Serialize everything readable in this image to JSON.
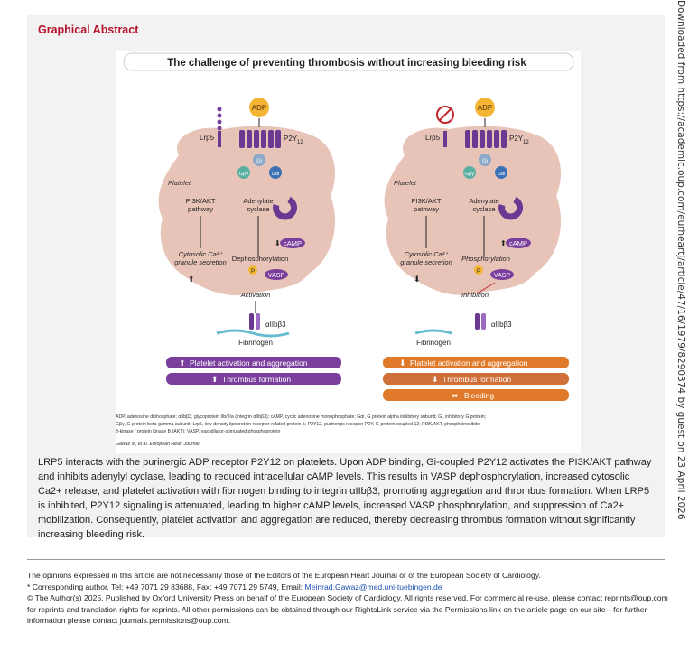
{
  "side_note": "Downloaded from https://academic.oup.com/eurheartj/article/47/16/1979/8290374 by guest on 23 April 2026",
  "heading": "Graphical Abstract",
  "figure": {
    "banner": "The challenge of preventing thrombosis without increasing bleeding risk",
    "adp": "ADP",
    "lrp5": "Lrp5",
    "p2y12": "P2Y",
    "p2y12_sub": "12",
    "gi": "Gi",
    "gbg": "Gβγ",
    "gai": "Gαi",
    "platelet": "Platelet",
    "pi3k": [
      "PI3K/AKT",
      "pathway"
    ],
    "adenylate": [
      "Adenylate",
      "cyclase"
    ],
    "camp": "cAMP",
    "p": "P",
    "vasp": "VASP",
    "cyto": [
      "Cytosolic Ca²⁺",
      "granule secretion"
    ],
    "left_dephos": "Dephosphorylation",
    "right_phos": "Phosphorylation",
    "activation": "Activation",
    "inhibition": "Inhibition",
    "aiib3": "αIIbβ3",
    "fibrinogen": "Fibrinogen",
    "left_bars": [
      "Platelet activation and aggregation",
      "Thrombus formation"
    ],
    "right_bars": [
      "Platelet activation and aggregation",
      "Thrombus formation",
      "Bleeding"
    ],
    "abbrev": [
      "ADP, adenosine diphosphate; αIIbβ3, glycoprotein IIb/IIIa (integrin αIIbβ3); cAMP, cyclic adenosine monophosphate; Gαi, G protein alpha inhibitory subunit; Gi, inhibitory G protein;",
      "Gβγ, G protein beta-gamma subunit; Lrp5, low-density lipoprotein receptor-related protein 5; P2Y12, purinergic receptor P2Y, G-protein coupled 12; PI3K/AKT, phosphoinositide",
      "3-kinase / protein kinase B (AKT); VASP, vasodilator-stimulated phosphoprotein"
    ],
    "credit": "Gawaz M, et al. European Heart Journal"
  },
  "summary": "LRP5 interacts with the purinergic ADP receptor P2Y12 on platelets. Upon ADP binding, Gi-coupled P2Y12 activates the PI3K/AKT pathway and inhibits adenylyl cyclase, leading to reduced intracellular cAMP levels. This results in VASP dephosphorylation, increased cytosolic Ca2+ release, and platelet activation with fibrinogen binding to integrin αIIbβ3, promoting aggregation and thrombus formation. When LRP5 is inhibited, P2Y12 signaling is attenuated, leading to higher cAMP levels, increased VASP phosphorylation, and suppression of Ca2+ mobilization. Consequently, platelet activation and aggregation are reduced, thereby decreasing thrombus formation without significantly increasing bleeding risk.",
  "footer": {
    "line1": "The opinions expressed in this article are not necessarily those of the Editors of the European Heart Journal or of the European Society of Cardiology.",
    "line2_prefix": "* Corresponding author. Tel: +49 7071 29 83688, Fax: +49 7071 29 5749, Email: ",
    "email": "Meinrad.Gawaz@med.uni-tuebingen.de",
    "line3": "© The Author(s) 2025. Published by Oxford University Press on behalf of the European Society of Cardiology. All rights reserved. For commercial re-use, please contact reprints@oup.com for reprints and translation rights for reprints. All other permissions can be obtained through our RightsLink service via the Permissions link on the article page on our site—for further information please contact journals.permissions@oup.com."
  },
  "colors": {
    "heading": "#b5122b",
    "platelet": "#e8c4b8",
    "purple": "#6a3a93",
    "purple_bar": "#7a3f9d",
    "orange_bar": "#e07a2a",
    "adp": "#f2b634"
  }
}
